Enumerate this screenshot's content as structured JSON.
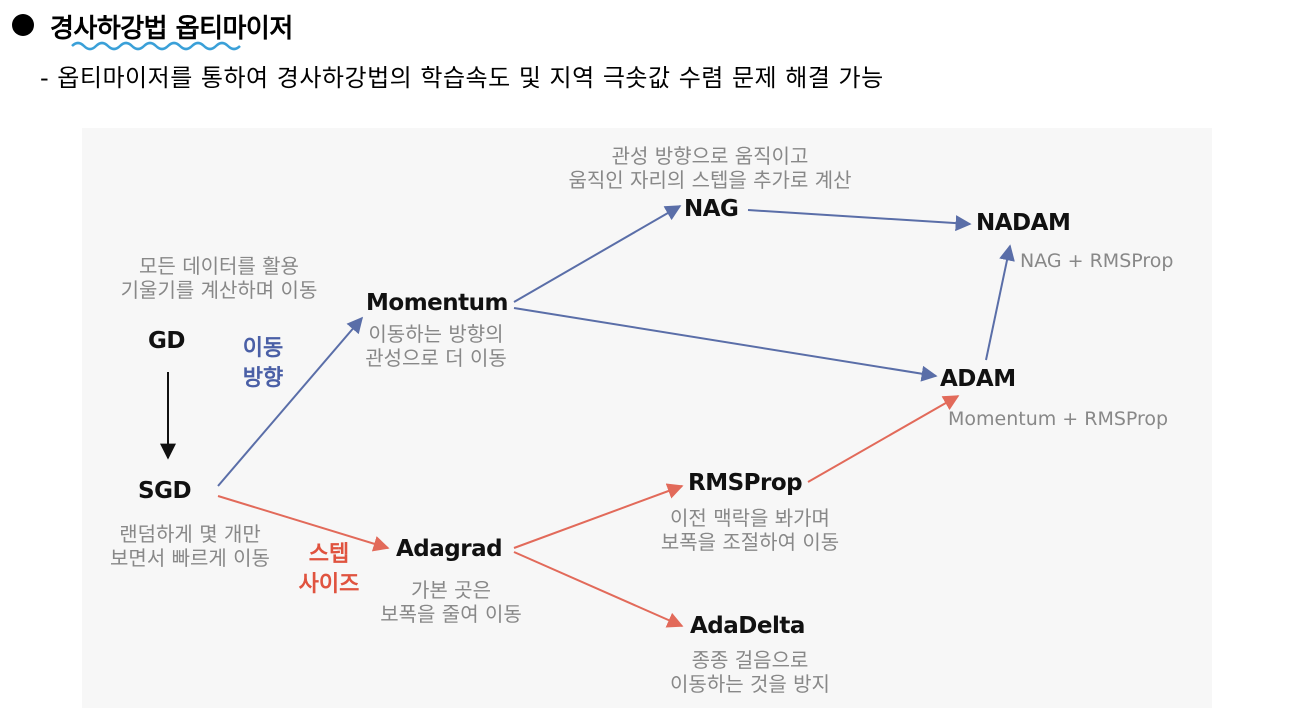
{
  "header": {
    "title": "경사하강법 옵티마이저",
    "subtitle": "- 옵티마이저를 통하여 경사하강법의 학습속도 및 지역 극솟값 수렴 문제 해결 가능"
  },
  "colors": {
    "blue_arrow": "#5a6ea8",
    "red_arrow": "#e26a5a",
    "blue_label": "#4a5fa6",
    "red_label": "#e0533f",
    "node_text": "#111111",
    "desc_text": "#888888"
  },
  "nodes": {
    "gd": "GD",
    "sgd": "SGD",
    "momentum": "Momentum",
    "adagrad": "Adagrad",
    "nag": "NAG",
    "rmsprop": "RMSProp",
    "adadelta": "AdaDelta",
    "nadam": "NADAM",
    "adam": "ADAM"
  },
  "descriptions": {
    "gd": [
      "모든 데이터를 활용",
      "기울기를 계산하며 이동"
    ],
    "sgd": [
      "랜덤하게 몇 개만",
      "보면서 빠르게 이동"
    ],
    "momentum": [
      "이동하는 방향의",
      "관성으로 더 이동"
    ],
    "adagrad": [
      "가본 곳은",
      "보폭을 줄여 이동"
    ],
    "nag": [
      "관성 방향으로 움직이고",
      "움직인 자리의 스텝을 추가로 계산"
    ],
    "rmsprop": [
      "이전 맥락을 봐가며",
      "보폭을 조절하여 이동"
    ],
    "adadelta": [
      "종종 걸음으로",
      "이동하는 것을 방지"
    ]
  },
  "formulas": {
    "nadam": "NAG + RMSProp",
    "adam": "Momentum + RMSProp"
  },
  "side_labels": {
    "direction": [
      "이동",
      "방향"
    ],
    "step_size": [
      "스텝",
      "사이즈"
    ]
  },
  "icons": {
    "bullet": "filled-circle",
    "header_underline": "wavy-underline"
  }
}
